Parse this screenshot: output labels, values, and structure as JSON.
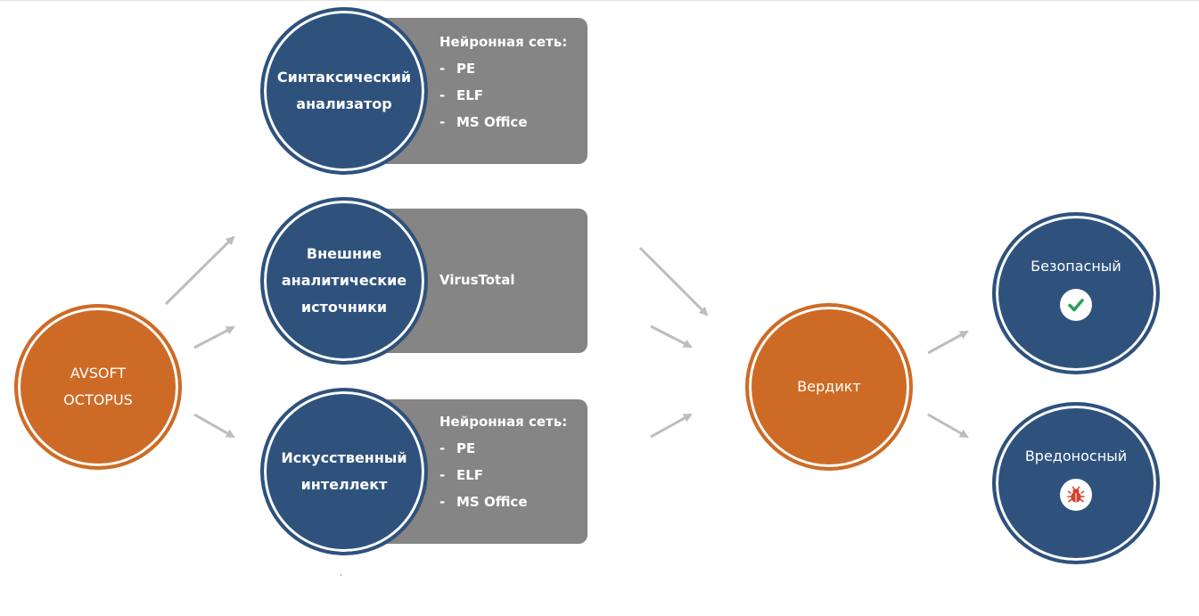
{
  "source": {
    "label": "AVSOFT\nOCTOPUS",
    "color": "#cd6b26"
  },
  "modules": [
    {
      "label": "Синтаксический\nанализатор",
      "card": {
        "title": "Нейронная сеть:",
        "items": [
          "PE",
          "ELF",
          "MS Office"
        ]
      }
    },
    {
      "label": "Внешние\nаналитические\nисточники",
      "card": {
        "title": "VirusTotal",
        "items": []
      }
    },
    {
      "label": "Искусственный\nинтеллект",
      "card": {
        "title": "Нейронная сеть:",
        "items": [
          "PE",
          "ELF",
          "MS Office"
        ]
      }
    }
  ],
  "item_marker": "-",
  "verdict": {
    "label": "Вердикт"
  },
  "outcomes": [
    {
      "label": "Безопасный",
      "icon": "check-icon",
      "icon_color": "#2e9c5a"
    },
    {
      "label": "Вредоносный",
      "icon": "bug-icon",
      "icon_color": "#d0432f"
    }
  ],
  "colors": {
    "blue": "#2f527d",
    "orange": "#cd6b26",
    "card": "#858585",
    "arrow": "#bdbdbd"
  }
}
